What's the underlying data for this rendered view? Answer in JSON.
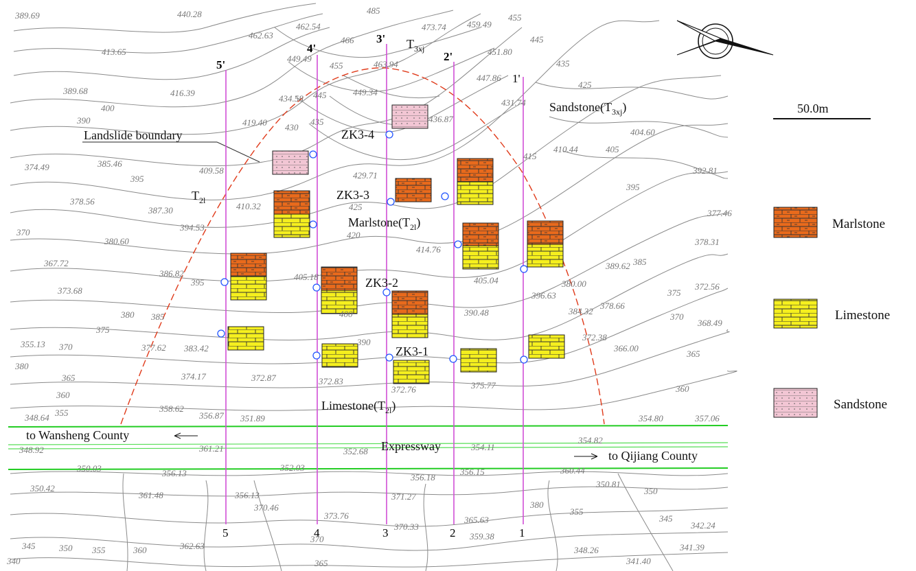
{
  "scale_bar": {
    "label": "50.0m"
  },
  "labels": {
    "landslide_boundary": "Landslide boundary",
    "sandstone_zone": "Sandstone(T",
    "sandstone_zone_sub": "3xj",
    "marlstone_zone": "Marlstone(T",
    "marlstone_zone_sub": "2l",
    "limestone_zone": "Limestone(T",
    "limestone_zone_sub": "2l",
    "t2l": "T",
    "t2l_sub": "2l",
    "t3xj": "T",
    "t3xj_sub": "3xj",
    "expressway": "Expressway",
    "to_wansheng": "to Wansheng County",
    "to_qijiang": "to Qijiang County",
    "zk1": "ZK3-1",
    "zk2": "ZK3-2",
    "zk3": "ZK3-3",
    "zk4": "ZK3-4",
    "paren_close": ")"
  },
  "sections": {
    "top": [
      "5'",
      "4'",
      "3'",
      "2'",
      "1'"
    ],
    "bottom": [
      "5",
      "4",
      "3",
      "2",
      "1"
    ]
  },
  "legend": [
    {
      "name": "Marlstone",
      "color": "#e86a1c"
    },
    {
      "name": "Limestone",
      "color": "#f5ef1e"
    },
    {
      "name": "Sandstone",
      "color": "#f2c6d4"
    }
  ],
  "elevations": {
    "e1": "389.69",
    "e2": "413.65",
    "e3": "440.28",
    "e4": "462.63",
    "e5": "462.54",
    "e6": "466",
    "e7": "485",
    "e8": "473.74",
    "e9": "459.49",
    "e10": "455",
    "e11": "445",
    "e12": "451.80",
    "e13": "435",
    "e14": "447.86",
    "e15": "425",
    "e16": "431.74",
    "e17": "449.49",
    "e18": "455",
    "e19": "463.94",
    "e20": "449.34",
    "e21": "434.58",
    "e22": "445",
    "e23": "416.39",
    "e24": "389.68",
    "e25": "400",
    "e26": "390",
    "e27": "419.40",
    "e28": "430",
    "e29": "435",
    "e30": "436.87",
    "e31": "410.44",
    "e32": "405",
    "e33": "404.60",
    "e34": "415",
    "e35": "392.81",
    "e36": "374.49",
    "e37": "385.46",
    "e38": "395",
    "e39": "409.58",
    "e40": "429.71",
    "e41": "395",
    "e42": "378.56",
    "e43": "387.30",
    "e44": "410.32",
    "e45": "425",
    "e46": "420",
    "e47": "377.46",
    "e48": "370",
    "e49": "380.60",
    "e50": "394.53",
    "e51": "378.31",
    "e52": "367.72",
    "e53": "414.76",
    "e54": "389.62",
    "e55": "385",
    "e56": "386.82",
    "e57": "395",
    "e58": "405.18",
    "e59": "405.04",
    "e60": "373.68",
    "e61": "380.00",
    "e62": "372.56",
    "e63": "375",
    "e64": "396.63",
    "e65": "400",
    "e66": "380",
    "e67": "385",
    "e68": "390.48",
    "e69": "384.32",
    "e70": "378.66",
    "e71": "370",
    "e72": "368.49",
    "e73": "375",
    "e74": "355.13",
    "e75": "370",
    "e76": "377.62",
    "e77": "383.42",
    "e78": "390",
    "e79": "372.38",
    "e80": "366.00",
    "e81": "365",
    "e82": "380",
    "e83": "365",
    "e84": "374.17",
    "e85": "372.87",
    "e86": "372.83",
    "e87": "372.76",
    "e88": "375.77",
    "e89": "360",
    "e90": "360",
    "e91": "348.64",
    "e92": "355",
    "e93": "358.62",
    "e94": "356.87",
    "e95": "351.89",
    "e96": "354.80",
    "e97": "357.06",
    "e98": "348.92",
    "e99": "361.21",
    "e100": "352.68",
    "e101": "354.11",
    "e102": "354.82",
    "e103": "350.03",
    "e104": "356.13",
    "e105": "352.03",
    "e106": "356.18",
    "e107": "356.15",
    "e108": "360.44",
    "e109": "350.42",
    "e110": "350.81",
    "e111": "361.48",
    "e112": "356.13",
    "e113": "370.46",
    "e114": "373.76",
    "e115": "371.27",
    "e116": "350",
    "e117": "370.33",
    "e118": "365.63",
    "e119": "380",
    "e120": "355",
    "e121": "345",
    "e122": "342.24",
    "e123": "345",
    "e124": "350",
    "e125": "355",
    "e126": "360",
    "e127": "362.63",
    "e128": "370",
    "e129": "359.38",
    "e130": "348.26",
    "e131": "341.39",
    "e132": "341.40",
    "e133": "340",
    "e134": "365"
  }
}
